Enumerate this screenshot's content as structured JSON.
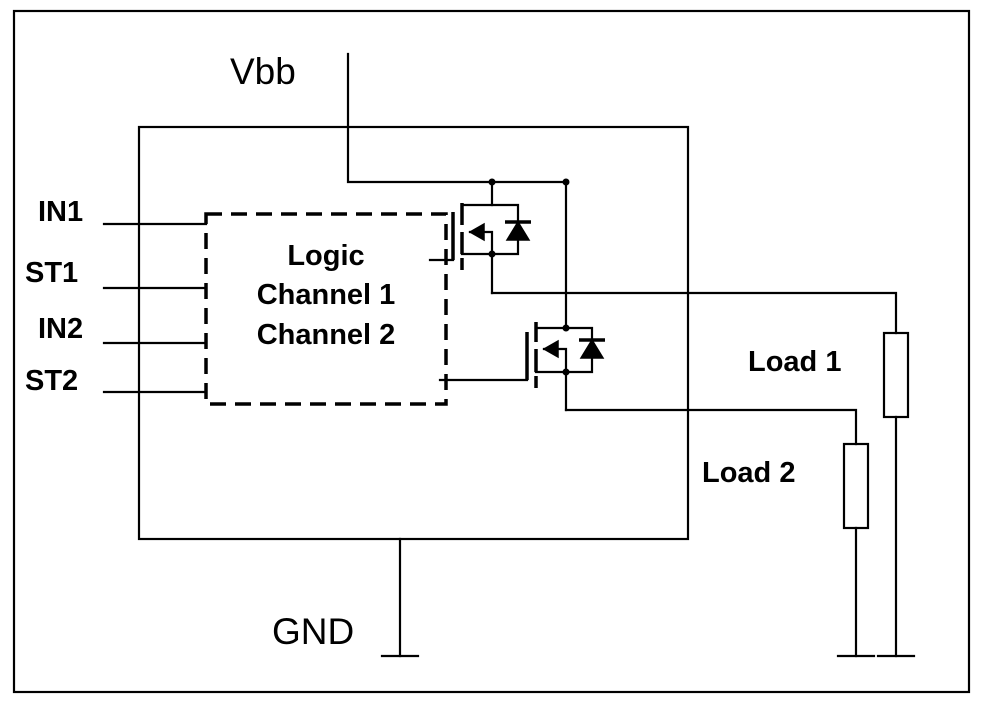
{
  "supply_label": "Vbb",
  "ground_label": "GND",
  "logic_block": {
    "line1": "Logic",
    "line2": "Channel 1",
    "line3": "Channel 2"
  },
  "pins": [
    "IN1",
    "ST1",
    "IN2",
    "ST2"
  ],
  "loads": [
    "Load 1",
    "Load 2"
  ]
}
